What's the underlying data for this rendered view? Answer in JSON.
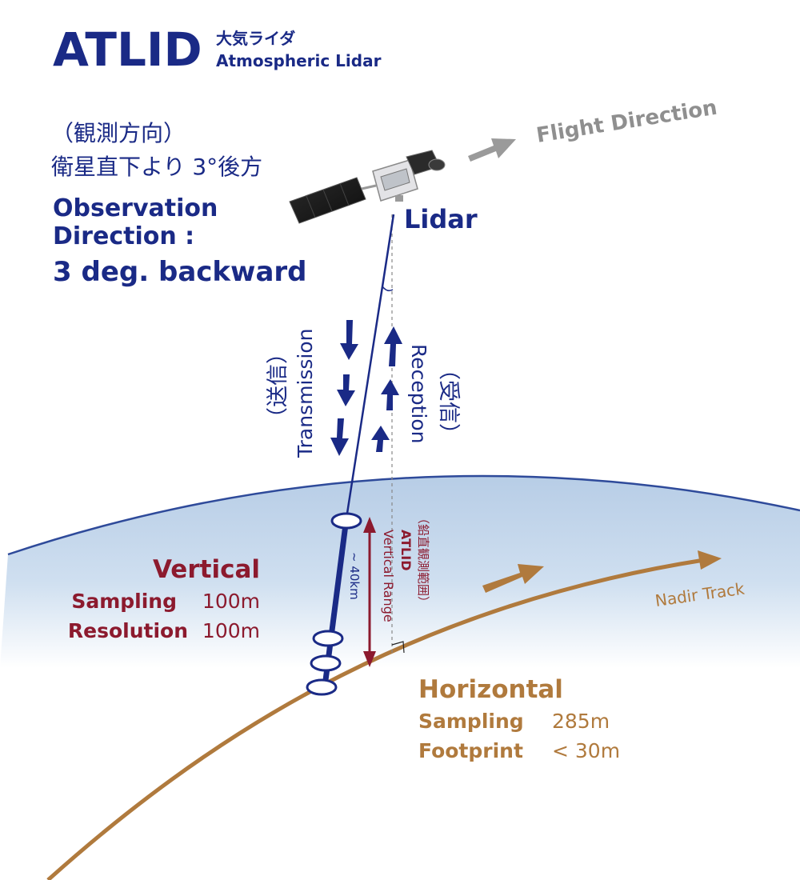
{
  "header": {
    "title": "ATLID",
    "subtitle_jp": "大気ライダ",
    "subtitle_en": "Atmospheric Lidar"
  },
  "observation": {
    "jp_line1": "（観測方向）",
    "jp_line2": "衛星直下より 3°後方",
    "en_line1": "Observation",
    "en_line2": "Direction :",
    "en_line3": "3 deg. backward"
  },
  "flight_direction": "Flight Direction",
  "instrument_label": "Lidar",
  "transmission": {
    "en": "Transmission",
    "jp": "（送信）"
  },
  "reception": {
    "en": "Reception",
    "jp": "（受信）"
  },
  "vertical": {
    "title": "Vertical",
    "sampling_label": "Sampling",
    "sampling_value": "100m",
    "resolution_label": "Resolution",
    "resolution_value": "100m"
  },
  "range": {
    "height": "~ 40km",
    "name": "ATLID",
    "label_en": "Vertical Range",
    "label_jp": "（鉛直観測範囲）"
  },
  "nadir_track": "Nadir Track",
  "horizontal": {
    "title": "Horizontal",
    "sampling_label": "Sampling",
    "sampling_value": "285m",
    "footprint_label": "Footprint",
    "footprint_value": "< 30m"
  },
  "colors": {
    "navy": "#1a2a86",
    "dark_red": "#8c1a2e",
    "gold": "#b07a3d",
    "atmosphere": "#b9cfe6",
    "grey": "#8f8f8f"
  }
}
